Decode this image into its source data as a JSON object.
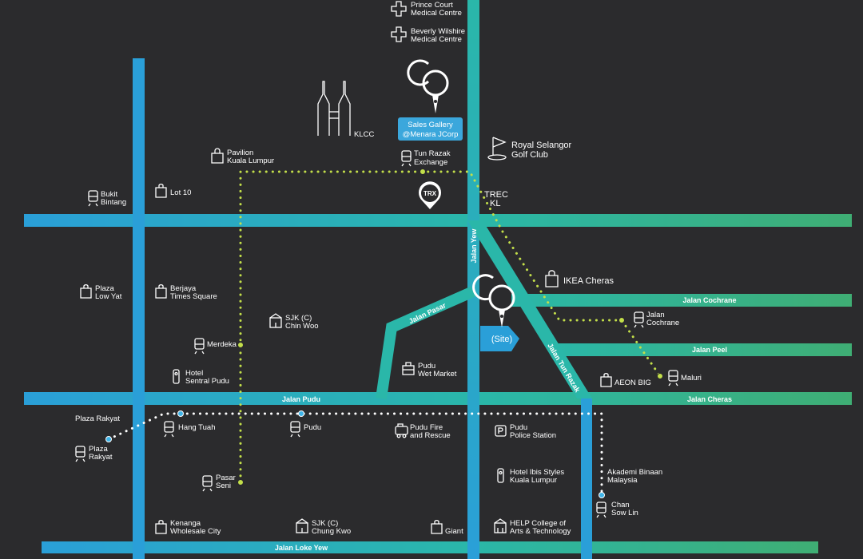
{
  "roads": {
    "jalan_pudu": "Jalan Pudu",
    "jalan_loke_yew": "Jalan Loke Yew",
    "jalan_cheras": "Jalan Cheras",
    "jalan_cochrane": "Jalan Cochrane",
    "jalan_peel": "Jalan Peel",
    "jalan_pasar": "Jalan Pasar",
    "jalan_tun_razak": "Jalan Tun Razak",
    "jalan_yew": "Jalan Yew"
  },
  "markers": {
    "sales_gallery": [
      "Sales Gallery",
      "@Menara JCorp"
    ],
    "site": "(Site)",
    "trx": "TRX"
  },
  "places": {
    "prince_court": [
      "Prince Court",
      "Medical Centre"
    ],
    "beverly_wilshire": [
      "Beverly Wilshire",
      "Medical Centre"
    ],
    "klcc": [
      "KLCC"
    ],
    "royal_selangor": [
      "Royal Selangor",
      "Golf Club"
    ],
    "pavilion": [
      "Pavilion",
      "Kuala Lumpur"
    ],
    "tun_razak_exchange": [
      "Tun Razak",
      "Exchange"
    ],
    "trec": [
      "TREC",
      "KL"
    ],
    "bukit_bintang": [
      "Bukit",
      "Bintang"
    ],
    "lot10": [
      "Lot 10"
    ],
    "ikea": [
      "IKEA Cheras"
    ],
    "plaza_low_yat": [
      "Plaza",
      "Low Yat"
    ],
    "berjaya": [
      "Berjaya",
      "Times Square"
    ],
    "jalan_cochrane_st": [
      "Jalan",
      "Cochrane"
    ],
    "sjk_chin_woo": [
      "SJK (C)",
      "Chin Woo"
    ],
    "merdeka": [
      "Merdeka"
    ],
    "pudu_wet_market": [
      "Pudu",
      "Wet Market"
    ],
    "hotel_sentral": [
      "Hotel",
      "Sentral Pudu"
    ],
    "aeon_big": [
      "AEON BIG"
    ],
    "maluri": [
      "Maluri"
    ],
    "plaza_rakyat_label": [
      "Plaza Rakyat"
    ],
    "hang_tuah": [
      "Hang Tuah"
    ],
    "pudu_st": [
      "Pudu"
    ],
    "pudu_fire": [
      "Pudu Fire",
      "and Rescue"
    ],
    "pudu_police": [
      "Pudu",
      "Police Station"
    ],
    "plaza_rakyat_st": [
      "Plaza",
      "Rakyat"
    ],
    "akademi": [
      "Akademi Binaan",
      "Malaysia"
    ],
    "hotel_ibis": [
      "Hotel Ibis Styles",
      "Kuala Lumpur"
    ],
    "pasar_seni": [
      "Pasar",
      "Seni"
    ],
    "chan_sow_lin": [
      "Chan",
      "Sow Lin"
    ],
    "kenanga": [
      "Kenanga",
      "Wholesale City"
    ],
    "sjk_chung_kwo": [
      "SJK (C)",
      "Chung Kwo"
    ],
    "giant": [
      "Giant"
    ],
    "help_college": [
      "HELP College of",
      "Arts & Technology"
    ]
  },
  "colors": {
    "background": "#2b2b2d",
    "road_blue": "#2a9fd8",
    "road_teal": "#2ab7a9",
    "road_green": "#3fae74",
    "rail_green": "#c3df4a",
    "rail_white": "#ffffff",
    "station_blue": "#3fb4e8",
    "badge_blue": "#3ba7dc"
  }
}
